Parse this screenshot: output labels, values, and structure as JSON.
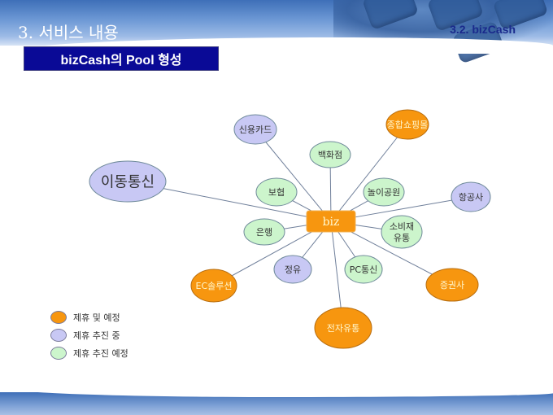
{
  "header": {
    "section_title": "3. 서비스 내용",
    "section_sub": "3.2. bizCash"
  },
  "slide_title": "bizCash의 Pool 형성",
  "colors": {
    "partner": "#f7960f",
    "in_progress": "#c8c8f4",
    "planned": "#ccf5cc",
    "hub": "#f7960f"
  },
  "hub": {
    "label": "biz"
  },
  "nodes": [
    {
      "label": "신용카드",
      "status": "in_progress"
    },
    {
      "label": "종합쇼핑몰",
      "status": "partner"
    },
    {
      "label": "백화점",
      "status": "planned"
    },
    {
      "label": "이동통신",
      "status": "in_progress"
    },
    {
      "label": "보협",
      "status": "planned"
    },
    {
      "label": "놀이공원",
      "status": "planned"
    },
    {
      "label": "항공사",
      "status": "in_progress"
    },
    {
      "label": "은행",
      "status": "planned"
    },
    {
      "label": "소비재\n유통",
      "status": "planned"
    },
    {
      "label": "정유",
      "status": "in_progress"
    },
    {
      "label": "PC통신",
      "status": "planned"
    },
    {
      "label": "EC솔루션",
      "status": "partner"
    },
    {
      "label": "증권사",
      "status": "partner"
    },
    {
      "label": "전자유통",
      "status": "partner"
    }
  ],
  "legend": [
    {
      "label": "제휴 및 예정",
      "status": "partner"
    },
    {
      "label": "제휴 추진 중",
      "status": "in_progress"
    },
    {
      "label": "제휴 추진 예정",
      "status": "planned"
    }
  ]
}
